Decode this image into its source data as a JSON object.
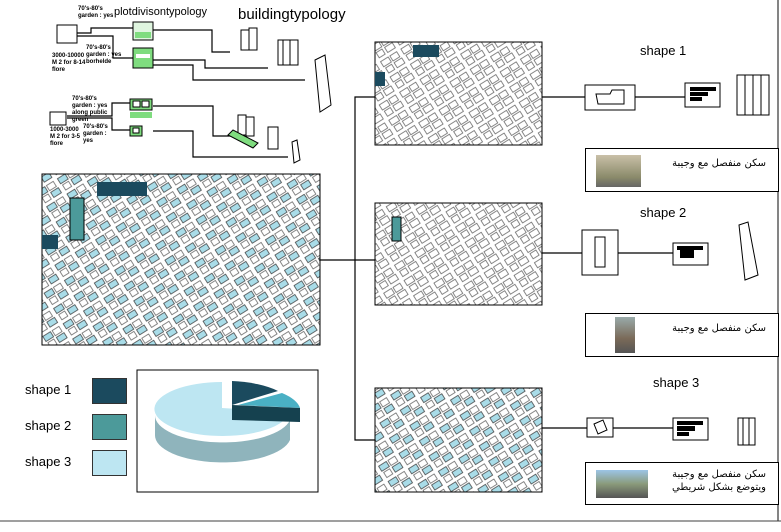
{
  "headings": {
    "plot": "plotdivisontypology",
    "building": "buildingtypology"
  },
  "notes": {
    "n1": "70's-80's garden : yes",
    "n2": "70's-80's garden : yes borhelde",
    "n3": "3000-10000 M 2 for 8-14 flore",
    "n4": "70's-80's garden : yes along public green",
    "n5": "70's-80's garden : yes",
    "n6": "1000-3000 M 2 for 3-5 flore"
  },
  "shapes": [
    {
      "label": "shape  1",
      "caption": "سكن منفصل مع وجيبة"
    },
    {
      "label": "shape 2",
      "caption": "سكن منفصل مع وجيبة"
    },
    {
      "label": "shape 3",
      "caption": "سكن منفصل مع وجيبة ويتوضع بشكل شريطي"
    }
  ],
  "legend": [
    {
      "label": "shape  1",
      "color": "#1b4a5e"
    },
    {
      "label": "shape 2",
      "color": "#4c9a9a"
    },
    {
      "label": "shape  3",
      "color": "#bde6f2"
    }
  ],
  "colors": {
    "green": "#7fdc7f",
    "building_blue": "#a9dce8",
    "dark_blue": "#1b4a5e"
  },
  "pie": {
    "shape1_pct": 15,
    "shape2_pct": 10,
    "shape3_pct": 75
  }
}
